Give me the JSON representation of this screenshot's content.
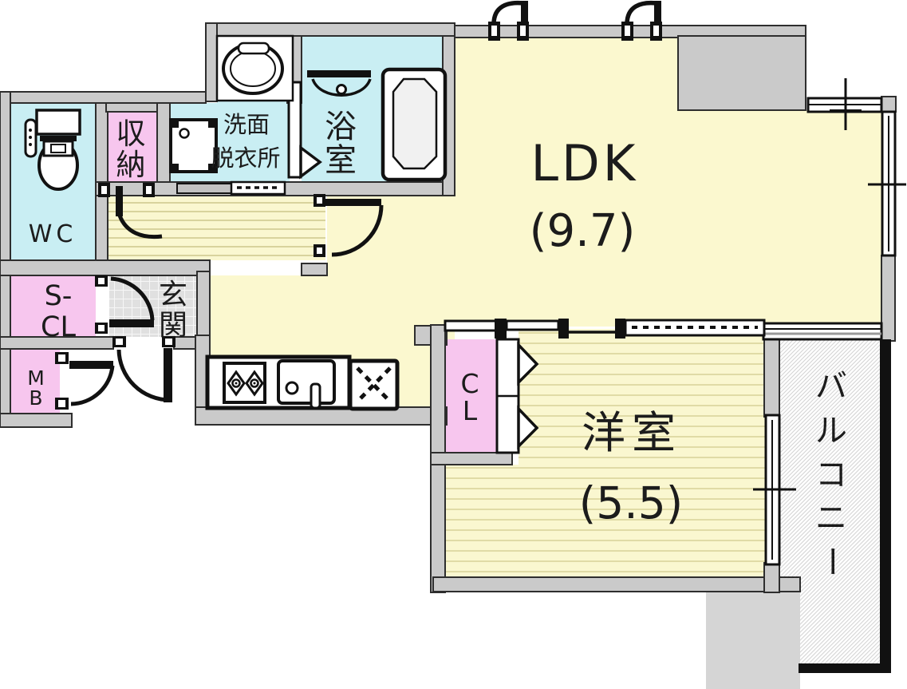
{
  "plan": {
    "type": "apartment-floor-plan",
    "rooms": {
      "ldk": {
        "label": "LDK",
        "size": "(9.7)"
      },
      "western_room": {
        "label": "洋室",
        "size": "(5.5)"
      },
      "wc": {
        "label": "WC"
      },
      "storage": {
        "label": "収納"
      },
      "washroom": {
        "label": "洗面脱衣所",
        "label_lines": [
          "洗面",
          "脱衣所"
        ]
      },
      "bathroom": {
        "label": "浴室"
      },
      "entrance": {
        "label": "玄関"
      },
      "shoe_closet": {
        "label": "S-CL",
        "label_lines": [
          "S-",
          "CL"
        ]
      },
      "meter_box": {
        "label": "MB",
        "label_lines": [
          "M",
          "B"
        ]
      },
      "closet": {
        "label": "CL"
      },
      "balcony": {
        "label": "バルコニー"
      }
    },
    "colors": {
      "wall_gray": "#cacaca",
      "room_cyan": "#c9eef3",
      "room_pink": "#f7c6ee",
      "ldk_yellow": "#fbf8cf",
      "stripe_yellow": "#faf7d0",
      "tile_gray": "#e0e0e0",
      "neighbor_gray": "#d5d5d5",
      "outline": "#111111"
    }
  }
}
